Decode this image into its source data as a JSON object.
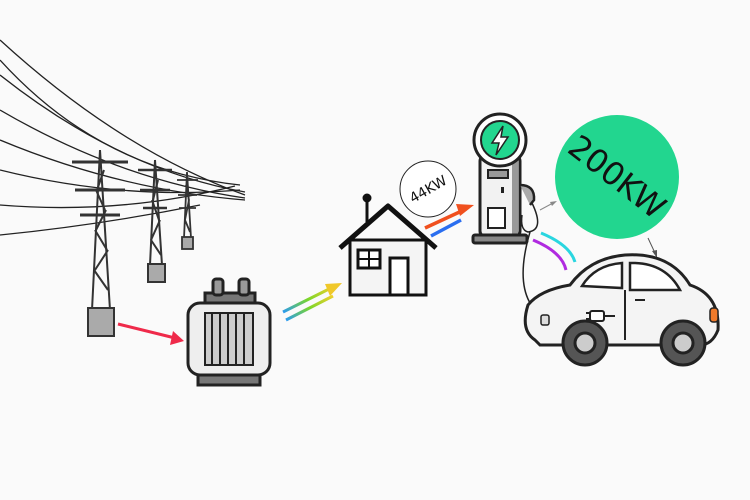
{
  "labels": {
    "house_power": "44KW",
    "charger_power": "200KW"
  },
  "colors": {
    "accent_green": "#22d68f",
    "red_arrow": "#ef2a4a",
    "orange_arrow": "#f0501e",
    "blue_arrow": "#2a6ef0",
    "cable_cyan": "#2ad6e0",
    "cable_purple": "#b02ae0",
    "car_light": "#f07a2a"
  },
  "icons": [
    "power-pylon",
    "transformer",
    "house",
    "ev-charger",
    "lightning-bolt",
    "electric-car"
  ]
}
